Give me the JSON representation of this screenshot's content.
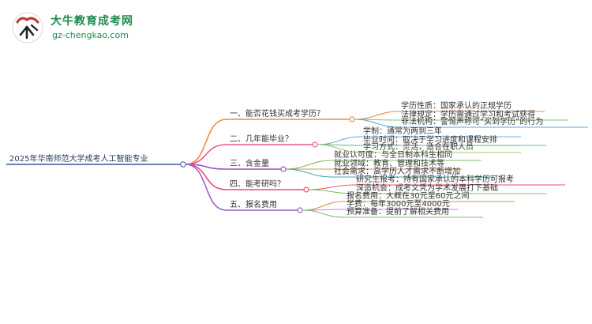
{
  "logo": {
    "name": "大牛教育成考网",
    "url": "gz-chengkao.com"
  },
  "root": {
    "text": "2025年华南师范大学成考人工智能专业",
    "color": "#6a7fb5"
  },
  "branches": [
    {
      "label": "一、能否花钱买成考学历？",
      "color": "#f08a3c",
      "children": [
        "学历性质：国家承认的正规学历",
        "法律规定：学历需通过学习和考试获得",
        "非法机构：警惕声称可“买到学历”的行为"
      ]
    },
    {
      "label": "二、几年能毕业？",
      "color": "#e8579a",
      "children": [
        "学制：通常为两到三年",
        "毕业时间：取决于学习进度和课程安排",
        "学习方式：灵活，适合在职人员"
      ]
    },
    {
      "label": "三、含金量",
      "color": "#9c4fc8",
      "children": [
        "就业认可度：与全日制本科生相同",
        "就业领域：教育、管理和技术等",
        "社会需求：高学历人才需求不断增加"
      ]
    },
    {
      "label": "四、能考研吗？",
      "color": "#e84f72",
      "children": [
        "研究生报考：持有国家承认的本科学历可报考",
        "深造机会：成考文凭为学术发展打下基础"
      ]
    },
    {
      "label": "五、报名费用",
      "color": "#9b5cc9",
      "children": [
        "报名费用：大概在30元至60元之间",
        "学费：每年3000元至4000元",
        "预算准备：提前了解相关费用"
      ]
    }
  ],
  "child_colors": [
    [
      "#f08a3c",
      "#7cc47a",
      "#5aa9e6"
    ],
    [
      "#6ab1d9",
      "#5fb58a",
      "#a8c85a"
    ],
    [
      "#7cbf60",
      "#c4a24a",
      "#4aa8b0"
    ],
    [
      "#e84f72",
      "#7bbd5e"
    ],
    [
      "#c79b4a",
      "#c080d8",
      "#7fbf7a"
    ]
  ]
}
